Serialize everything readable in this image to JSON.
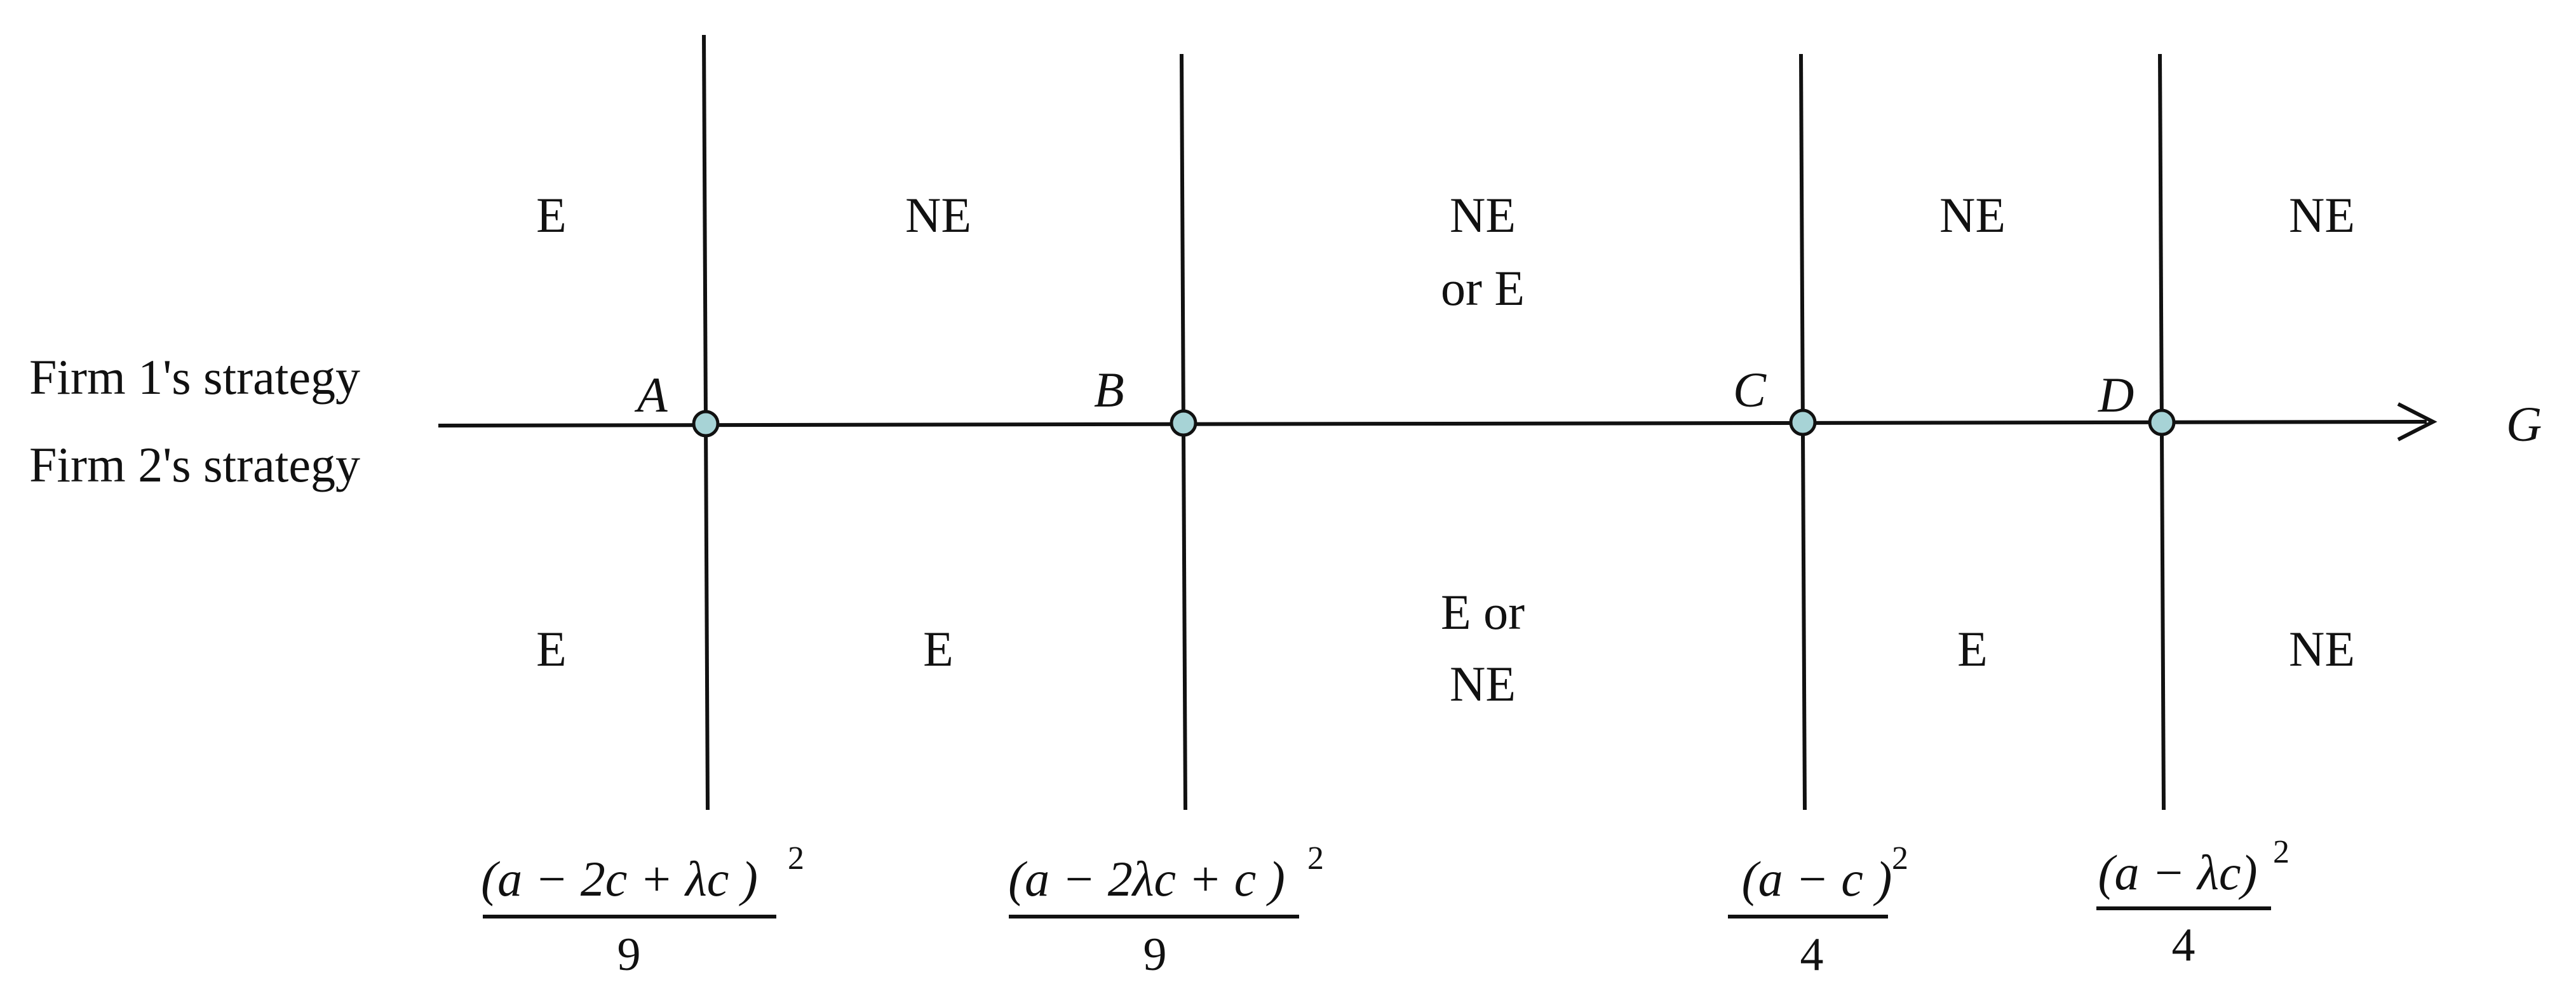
{
  "labels": {
    "firm1": "Firm 1's strategy",
    "firm2": "Firm 2's strategy",
    "axis": "G"
  },
  "points": [
    {
      "id": "A",
      "label": "A"
    },
    {
      "id": "B",
      "label": "B"
    },
    {
      "id": "C",
      "label": "C"
    },
    {
      "id": "D",
      "label": "D"
    }
  ],
  "regions": {
    "top": [
      {
        "lines": [
          "E"
        ]
      },
      {
        "lines": [
          "NE"
        ]
      },
      {
        "lines": [
          "NE",
          "or E"
        ]
      },
      {
        "lines": [
          "NE"
        ]
      },
      {
        "lines": [
          "NE"
        ]
      }
    ],
    "bottom": [
      {
        "lines": [
          "E"
        ]
      },
      {
        "lines": [
          "E"
        ]
      },
      {
        "lines": [
          "E or",
          "NE"
        ]
      },
      {
        "lines": [
          "E"
        ]
      },
      {
        "lines": [
          "NE"
        ]
      }
    ]
  },
  "thresholds": [
    {
      "numerator": "(a − 2c + λc )",
      "exponent": "2",
      "denominator": "9"
    },
    {
      "numerator": "(a − 2λc + c )",
      "exponent": "2",
      "denominator": "9"
    },
    {
      "numerator": "(a − c )",
      "exponent": "2",
      "denominator": "4"
    },
    {
      "numerator": "(a − λc)",
      "exponent": "2",
      "denominator": "4"
    }
  ]
}
